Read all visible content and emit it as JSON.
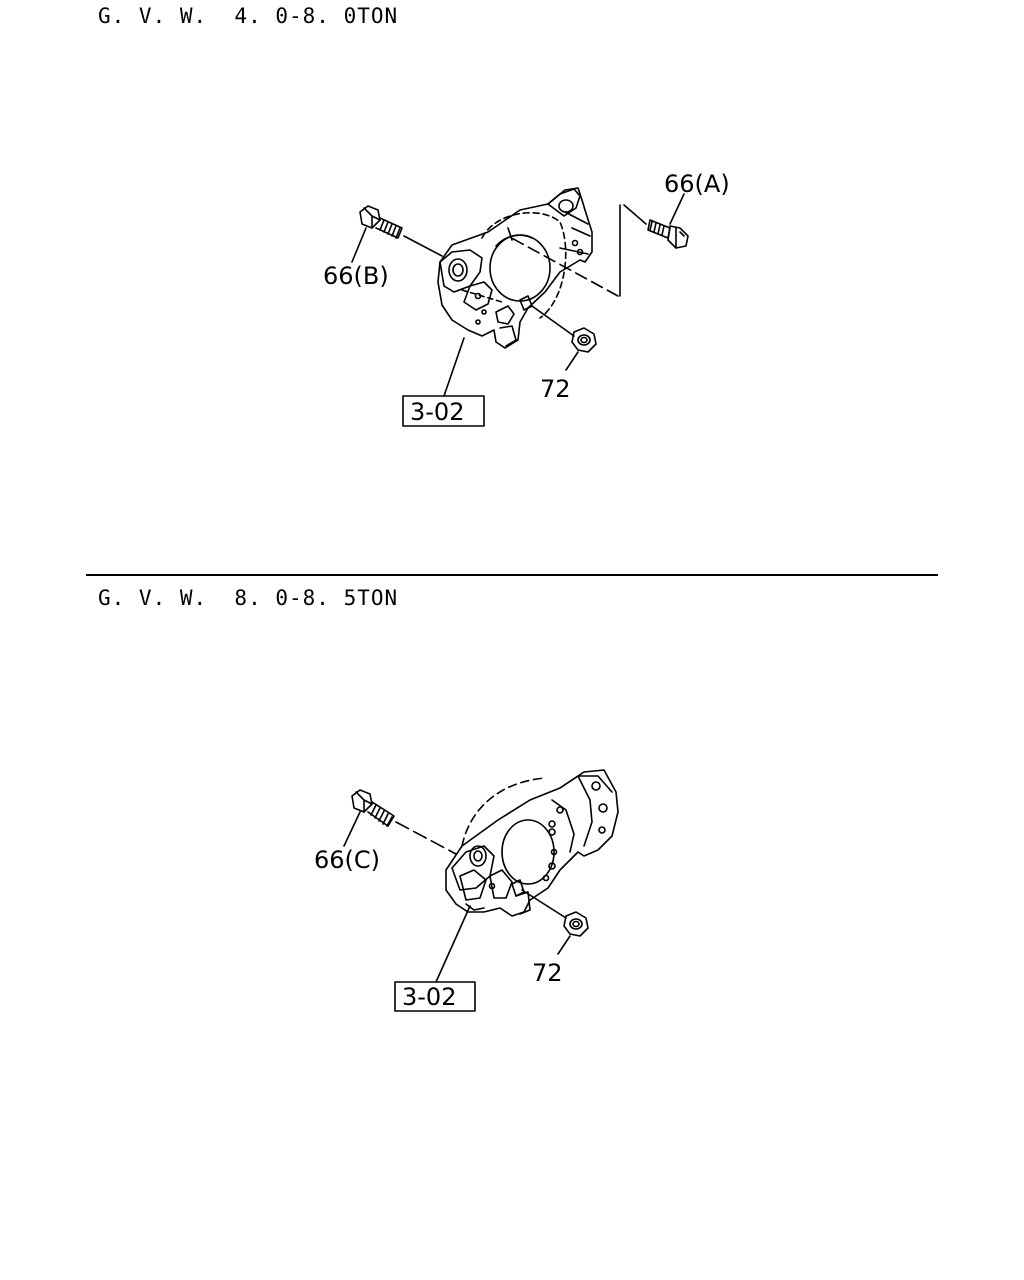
{
  "sections": [
    {
      "heading": "G. V. W.  4. 0-8. 0TON",
      "callouts": [
        "66(A)",
        "66(B)",
        "72"
      ],
      "reference": "3-02"
    },
    {
      "heading": "G. V. W.  8. 0-8. 5TON",
      "callouts": [
        "66(C)",
        "72"
      ],
      "reference": "3-02"
    }
  ]
}
